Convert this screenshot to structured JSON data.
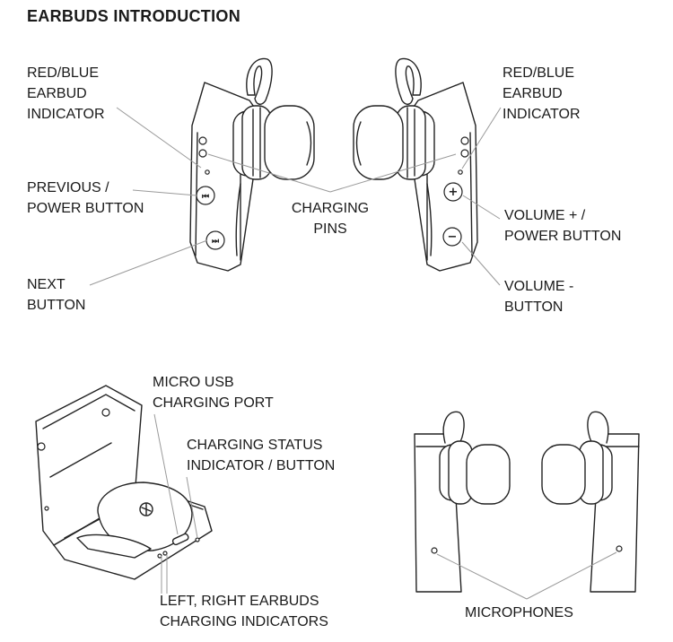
{
  "title": "EARBUDS INTRODUCTION",
  "labels": {
    "red_blue_left": "RED/BLUE\nEARBUD\nINDICATOR",
    "red_blue_right": "RED/BLUE\nEARBUD\nINDICATOR",
    "previous_power": "PREVIOUS /\nPOWER BUTTON",
    "next_button": "NEXT\nBUTTON",
    "charging_pins": "CHARGING\nPINS",
    "volume_plus": "VOLUME + /\nPOWER BUTTON",
    "volume_minus": "VOLUME -\nBUTTON",
    "micro_usb": "MICRO USB\nCHARGING PORT",
    "charging_status": "CHARGING STATUS\nINDICATOR / BUTTON",
    "lr_indicators": "LEFT, RIGHT EARBUDS\nCHARGING INDICATORS",
    "microphones": "MICROPHONES"
  },
  "icons": [
    "previous-button-icon",
    "next-button-icon",
    "volume-plus-icon",
    "volume-minus-icon",
    "brand-logo-icon"
  ],
  "colors": {
    "line": "#9a9a9a",
    "outline": "#222222"
  }
}
